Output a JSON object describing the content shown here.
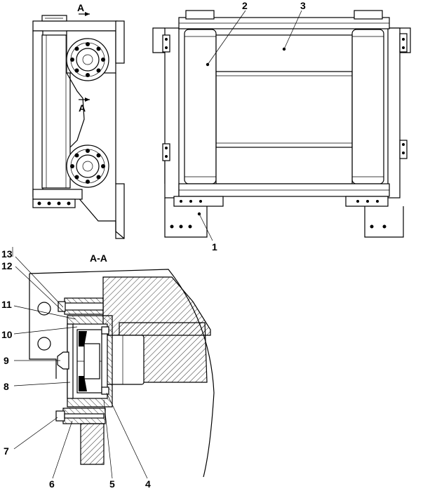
{
  "section_marker": "A",
  "section_title": "A-A",
  "callouts": {
    "c1": "1",
    "c2": "2",
    "c3": "3",
    "c4": "4",
    "c5": "5",
    "c6": "6",
    "c7": "7",
    "c8": "8",
    "c9": "9",
    "c10": "10",
    "c11": "11",
    "c12": "12",
    "c13": "13"
  }
}
